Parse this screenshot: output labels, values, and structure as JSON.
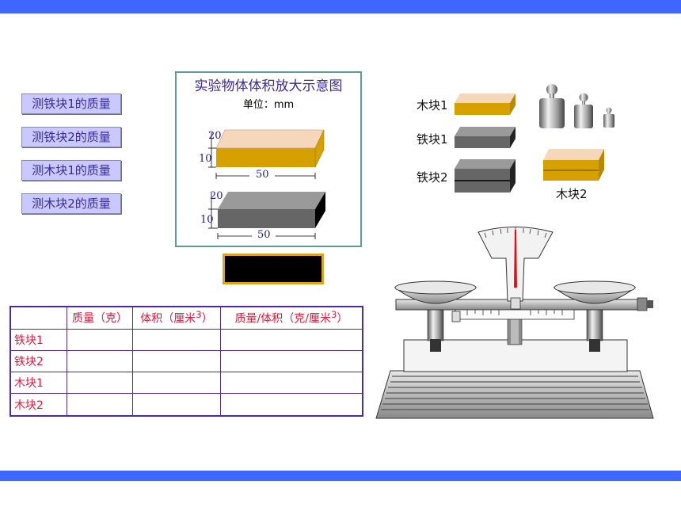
{
  "buttons": [
    {
      "label": "测铁块1的质量"
    },
    {
      "label": "测铁块2的质量"
    },
    {
      "label": "测木块1的质量"
    },
    {
      "label": "测木块2的质量"
    }
  ],
  "diagram": {
    "title": "实验物体体积放大示意图",
    "unit": "单位：mm",
    "block1": {
      "depth": "20",
      "height": "10",
      "width": "50"
    },
    "block2": {
      "depth": "20",
      "height": "10",
      "width": "50"
    }
  },
  "readout": {
    "value": ""
  },
  "table": {
    "headers": [
      "",
      "质量（克）",
      "体积（厘米",
      "质量/体积（克/厘米"
    ],
    "superscript": "3",
    "close_paren": "）",
    "rows": [
      {
        "label": "铁块1",
        "mass": "",
        "volume": "",
        "ratio": ""
      },
      {
        "label": "铁块2",
        "mass": "",
        "volume": "",
        "ratio": ""
      },
      {
        "label": "木块1",
        "mass": "",
        "volume": "",
        "ratio": ""
      },
      {
        "label": "木块2",
        "mass": "",
        "volume": "",
        "ratio": ""
      }
    ]
  },
  "objects": {
    "wood1": "木块1",
    "iron1": "铁块1",
    "iron2": "铁块2",
    "wood2": "木块2"
  },
  "colors": {
    "accent_bar": "#3f66ff",
    "wood_top": "#f5d7bc",
    "wood_front": "#d6a000",
    "iron_top": "#9a9a9a",
    "iron_front": "#666666",
    "pointer": "#e01010"
  }
}
